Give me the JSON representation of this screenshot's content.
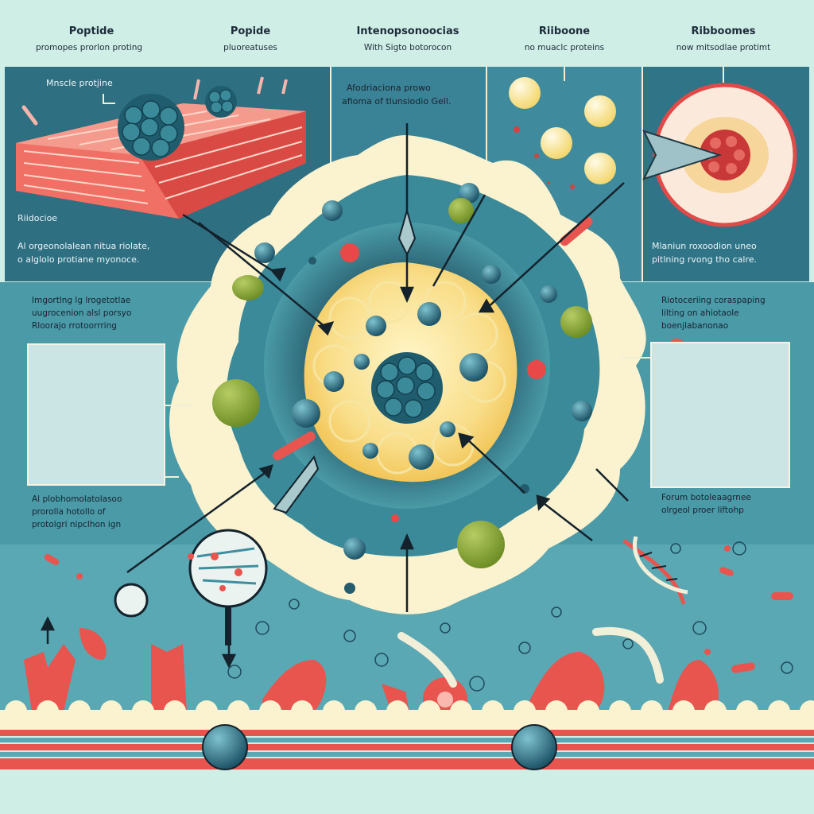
{
  "headers": [
    {
      "title": "Poptide",
      "subtitle": "promopes prorlon proting"
    },
    {
      "title": "Popide",
      "subtitle": "pluoreatuses"
    },
    {
      "title": "Intenopsonoocias",
      "subtitle": "With Sigto botorocon"
    },
    {
      "title": "Riiboone",
      "subtitle": "no muaclc proteins"
    },
    {
      "title": "Ribboomes",
      "subtitle": "now mitsodlae protimt"
    }
  ],
  "panels": {
    "muscle_label": "Mnscle protjine",
    "ribodocie_label": "Riidocioe",
    "left_desc": [
      "Al orgeonolalean nitua riolate,",
      "o alglolo protiane myonoce."
    ],
    "center_desc": [
      "Afodriaciona prowo",
      "afioma of tlunsiodio Gell."
    ],
    "right_desc": [
      "Mlaniun roxoodion uneo",
      "pitlning rvong tho calre."
    ]
  },
  "side_boxes": {
    "left_top": [
      "Imgortlng lg lrogetotlae",
      "uugrocenion alsl porsyo",
      "Rloorajo rrotoorrring"
    ],
    "left_bottom": [
      "Al plobhomolatolasoo",
      "prorolla hotollo of",
      "protolgri nipclhon ign"
    ],
    "right_top": [
      "Riotoceriing coraspaping",
      "lilting on ahiotaole",
      "boenjlabanonao"
    ],
    "right_bottom": [
      "Forum botoleaagrnee",
      "olrgeol proer liftohp"
    ]
  },
  "colors": {
    "teal": "#2f7f90",
    "dark_teal": "#1e4a5c",
    "cream": "#fbf2cf",
    "red": "#e8514f",
    "green": "#8aab3c",
    "bg": "#cfeee6"
  }
}
